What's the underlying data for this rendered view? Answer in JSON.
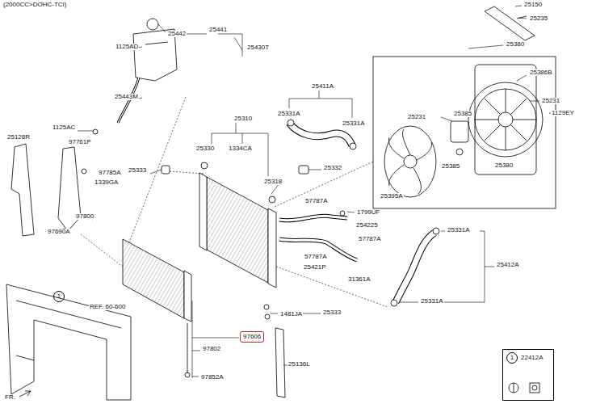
{
  "diagram": {
    "nodes": [
      {
        "text": [
          "97606"
        ]
      },
      {
        "text": [
          "22412A"
        ]
      },
      {
        "text": [
          "1"
        ],
        "in": 1
      },
      {
        "text": [
          "1"
        ]
      }
    ],
    "labels": [
      "(2000CC>DOHC-TCI)",
      "25150",
      "25235",
      "25442",
      "25441",
      "1125AD",
      "25430T",
      "25380",
      "25386B",
      "25411A",
      "25443M",
      "25231",
      "1129EY",
      "25331A",
      "25331A",
      "25231",
      "25385",
      "1125AC",
      "25310",
      "25128R",
      "97761P",
      "25330",
      "1334CA",
      "25333",
      "97785A",
      "1339GA",
      "25318",
      "25332",
      "25385",
      "25380",
      "25395A",
      "57787A",
      "1799UF",
      "254225",
      "97800",
      "97690A",
      "57787A",
      "57787A",
      "25421P",
      "31361A",
      "25331A",
      "25412A",
      "25331A",
      "REF. 60-600",
      "1481JA",
      "25333",
      "97802",
      "97852A",
      "25136L",
      "FR."
    ]
  }
}
